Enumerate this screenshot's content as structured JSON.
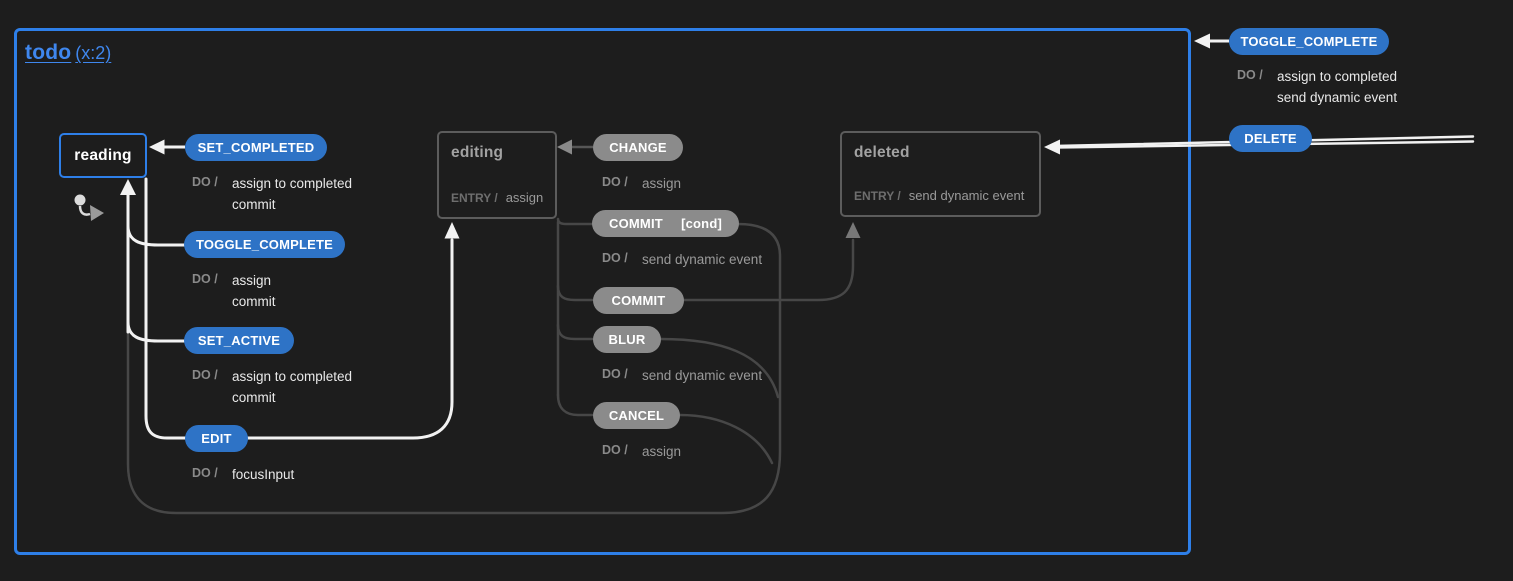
{
  "machine": {
    "title": "todo",
    "badge": "(x:2)"
  },
  "colors": {
    "background": "#1d1d1d",
    "machine_border": "#2e7fe8",
    "title_blue": "#3f87ee",
    "event_active": "#2e73c6",
    "event_inactive": "#8b8b8b",
    "state_border_inactive": "#5c5c5c",
    "active_line": "#f2f2f2",
    "inactive_line": "#474747"
  },
  "states": {
    "reading": {
      "label": "reading",
      "active": true
    },
    "editing": {
      "label": "editing",
      "entry_label": "ENTRY /",
      "entry_action": "assign"
    },
    "deleted": {
      "label": "deleted",
      "entry_label": "ENTRY /",
      "entry_action": "send dynamic event"
    }
  },
  "events": {
    "set_completed": {
      "label": "SET_COMPLETED",
      "do_label": "DO /",
      "actions": [
        "assign to completed",
        "commit"
      ]
    },
    "toggle_complete_reading": {
      "label": "TOGGLE_COMPLETE",
      "do_label": "DO /",
      "actions": [
        "assign",
        "commit"
      ]
    },
    "set_active": {
      "label": "SET_ACTIVE",
      "do_label": "DO /",
      "actions": [
        "assign to completed",
        "commit"
      ]
    },
    "edit": {
      "label": "EDIT",
      "do_label": "DO /",
      "actions": [
        "focusInput"
      ]
    },
    "change": {
      "label": "CHANGE",
      "do_label": "DO /",
      "actions": [
        "assign"
      ]
    },
    "commit_cond": {
      "label": "COMMIT",
      "cond": "[cond]",
      "do_label": "DO /",
      "actions": [
        "send dynamic event"
      ]
    },
    "commit": {
      "label": "COMMIT"
    },
    "blur": {
      "label": "BLUR",
      "do_label": "DO /",
      "actions": [
        "send dynamic event"
      ]
    },
    "cancel": {
      "label": "CANCEL",
      "do_label": "DO /",
      "actions": [
        "assign"
      ]
    },
    "toggle_complete_machine": {
      "label": "TOGGLE_COMPLETE",
      "do_label": "DO /",
      "actions": [
        "assign to completed",
        "send dynamic event"
      ]
    },
    "delete": {
      "label": "DELETE"
    }
  },
  "icons": {
    "initial_state": "initial-state-icon",
    "arrowhead": "transition-arrow-icon"
  }
}
